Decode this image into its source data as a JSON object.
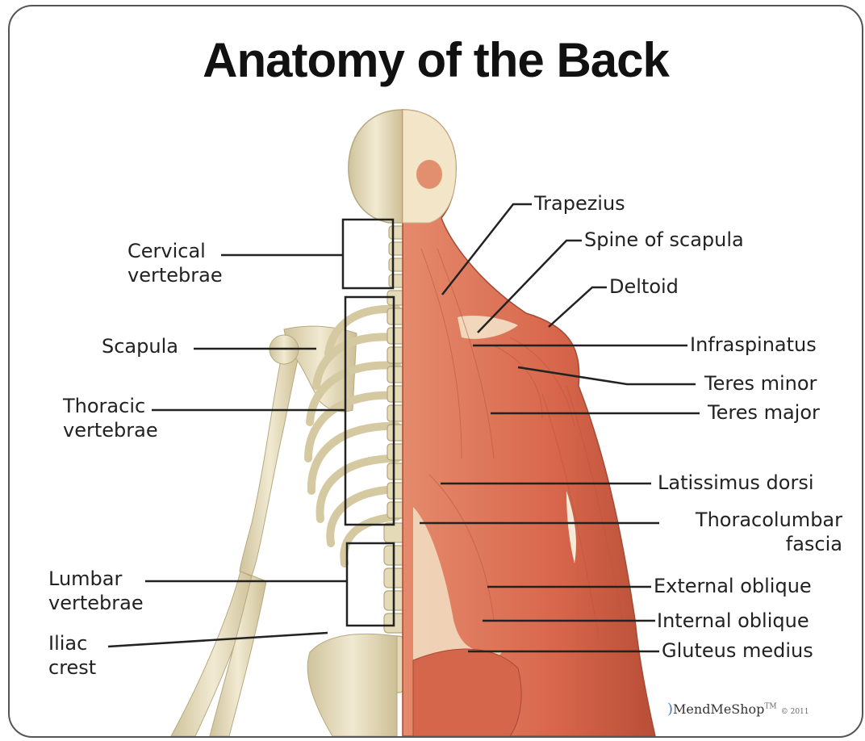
{
  "title": "Anatomy of the Back",
  "labels_left": {
    "cervical": "Cervical\nvertebrae",
    "scapula": "Scapula",
    "thoracic": "Thoracic\nvertebrae",
    "lumbar": "Lumbar\nvertebrae",
    "iliac": "Iliac\ncrest"
  },
  "labels_right": {
    "trapezius": "Trapezius",
    "spine_scapula": "Spine of scapula",
    "deltoid": "Deltoid",
    "infraspinatus": "Infraspinatus",
    "teres_minor": "Teres minor",
    "teres_major": "Teres major",
    "latissimus": "Latissimus dorsi",
    "thoracolumbar": "Thoracolumbar\nfascia",
    "external_oblique": "External oblique",
    "internal_oblique": "Internal oblique",
    "gluteus_medius": "Gluteus medius"
  },
  "credit": {
    "mark": ")",
    "brand": "MendMeShop",
    "tm": "TM",
    "copy": "© 2011"
  },
  "colors": {
    "bone": "#e8dfc0",
    "muscle": "#d9735a",
    "leader": "#222222"
  }
}
